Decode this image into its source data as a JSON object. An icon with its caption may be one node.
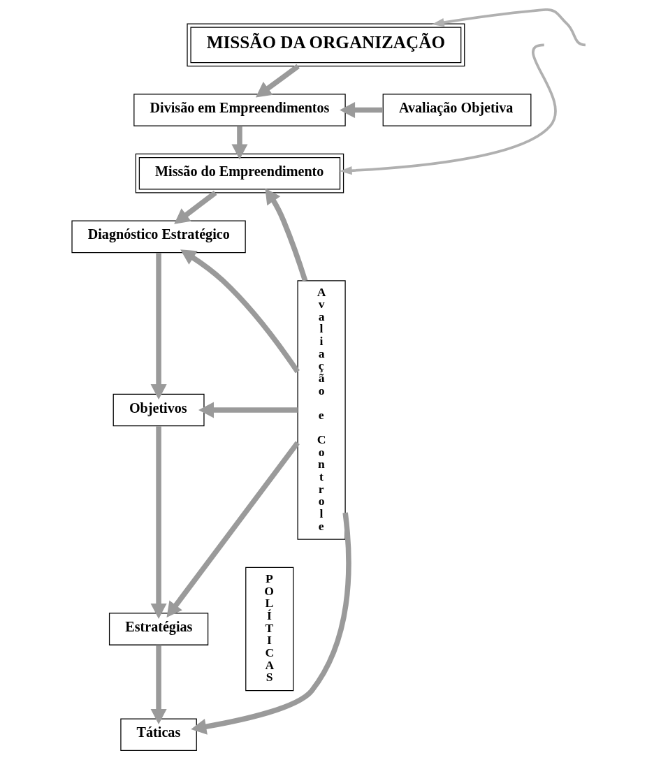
{
  "diagram": {
    "nodes": [
      {
        "text": [
          "MISSÃO DA ORGANIZAÇÃO"
        ]
      },
      {
        "text": [
          "Divisão em Empreendimentos"
        ]
      },
      {
        "text": [
          "Avaliação Objetiva"
        ]
      },
      {
        "text": [
          "Missão do Empreendimento"
        ]
      },
      {
        "text": [
          "Diagnóstico Estratégico"
        ]
      },
      {
        "text": [
          "Objetivos"
        ]
      },
      {
        "text": [
          "Estratégias"
        ]
      },
      {
        "text": [
          "Táticas"
        ]
      },
      {
        "text": [
          "Avaliação e Controle"
        ]
      },
      {
        "text": [
          "POLÍTICAS"
        ]
      }
    ],
    "edges": [
      {
        "from": 0,
        "to": 1,
        "arrow": "to"
      },
      {
        "from": 2,
        "to": 1,
        "arrow": "to"
      },
      {
        "from": 1,
        "to": 3,
        "arrow": "to"
      },
      {
        "from": 8,
        "to": 3,
        "arrow": "to"
      },
      {
        "from": 3,
        "to": 4,
        "arrow": "to"
      },
      {
        "from": 8,
        "to": 4,
        "arrow": "to"
      },
      {
        "from": 4,
        "to": 5,
        "arrow": "to"
      },
      {
        "from": 8,
        "to": 5,
        "arrow": "to"
      },
      {
        "from": 5,
        "to": 6,
        "arrow": "to"
      },
      {
        "from": 8,
        "to": 6,
        "arrow": "to"
      },
      {
        "from": 6,
        "to": 7,
        "arrow": "to"
      },
      {
        "from": 8,
        "to": 7,
        "arrow": "to"
      },
      {
        "from": null,
        "to": 0,
        "arrow": "to"
      },
      {
        "from": null,
        "to": 3,
        "arrow": "to"
      }
    ]
  }
}
